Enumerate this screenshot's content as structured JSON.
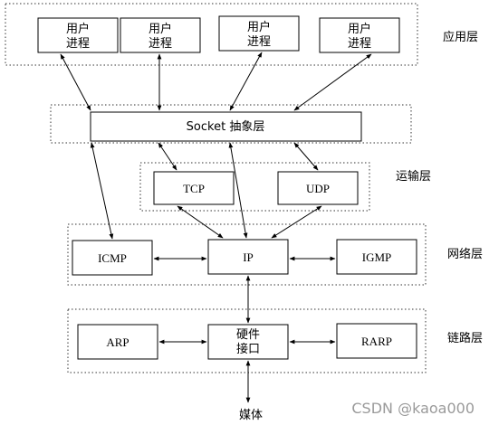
{
  "layers": {
    "application": "应用层",
    "transport": "运输层",
    "network": "网络层",
    "link": "链路层"
  },
  "boxes": {
    "user_process_line1": "用户",
    "user_process_line2": "进程",
    "socket": "Socket 抽象层",
    "tcp": "TCP",
    "udp": "UDP",
    "icmp": "ICMP",
    "ip": "IP",
    "igmp": "IGMP",
    "arp": "ARP",
    "hw_line1": "硬件",
    "hw_line2": "接口",
    "rarp": "RARP"
  },
  "media": "媒体",
  "watermark": "CSDN @kaoa000"
}
